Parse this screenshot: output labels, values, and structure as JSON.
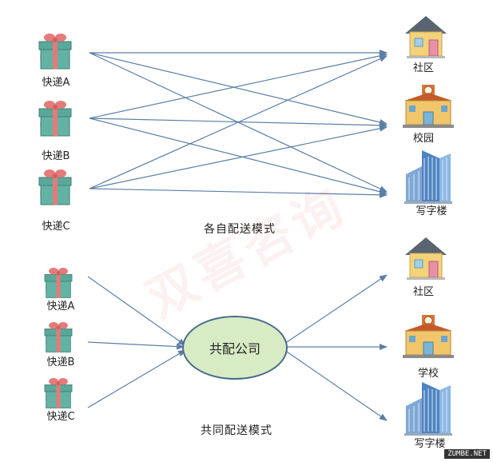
{
  "watermark": "双喜咨询",
  "site_mark": "ZUMBE.NET",
  "top": {
    "caption": "各自配送模式",
    "senders": [
      "快递A",
      "快递B",
      "快递C"
    ],
    "receivers": [
      {
        "label": "社区",
        "icon": "house-icon"
      },
      {
        "label": "校园",
        "icon": "school-icon"
      },
      {
        "label": "写字楼",
        "icon": "office-building-icon"
      }
    ]
  },
  "bottom": {
    "caption": "共同配送模式",
    "hub": "共配公司",
    "senders": [
      "快递A",
      "快递B",
      "快递C"
    ],
    "receivers": [
      {
        "label": "社区",
        "icon": "house-icon"
      },
      {
        "label": "学校",
        "icon": "school-icon"
      },
      {
        "label": "写字楼",
        "icon": "office-building-icon"
      }
    ]
  },
  "colors": {
    "arrow": "#5b7fa6",
    "gift_body": "#5aa89a",
    "gift_ribbon": "#e57a7a",
    "hub_fill": "#d7ecc4"
  }
}
